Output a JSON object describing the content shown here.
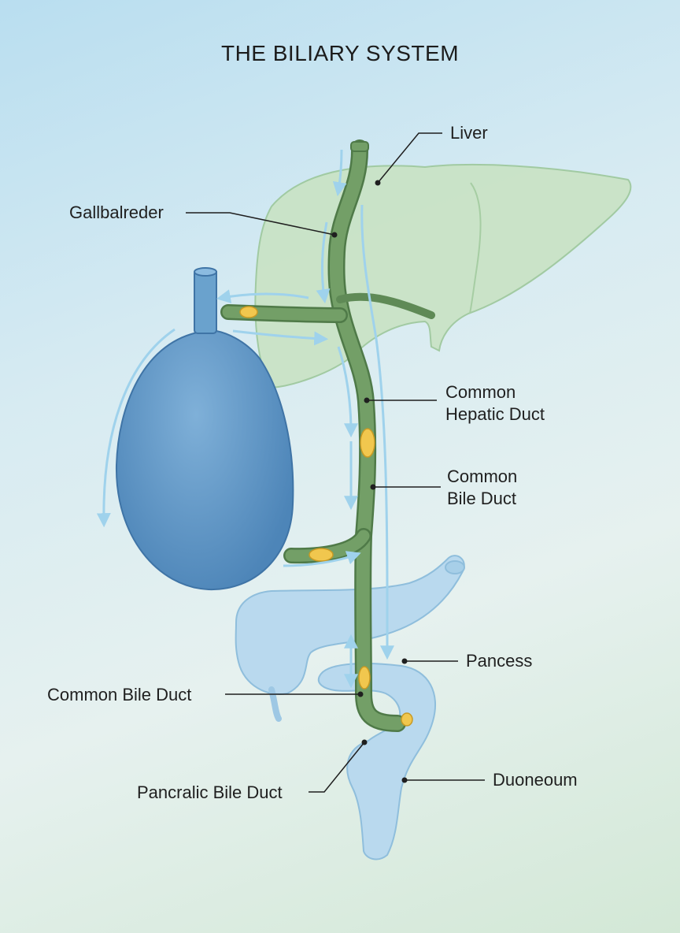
{
  "title": "THE BILIARY SYSTEM",
  "labels": {
    "liver": "Liver",
    "gallbladder": "Gallbalreder",
    "common_hepatic_duct": [
      "Common",
      "Hepatic Duct"
    ],
    "common_bile_duct_right": [
      "Common",
      "Bile Duct"
    ],
    "pancreas": "Pancess",
    "common_bile_duct_left": "Common Bile Duct",
    "duodenum": "Duoneoum",
    "pancreatic_bile_duct": "Pancralic Bile Duct"
  },
  "colors": {
    "liver": "#c9e3c4",
    "duct": "#6f9b64",
    "gallbladder": "#5e95c4",
    "pancreas_duodenum": "#b9d9ee",
    "stone": "#f1c74e",
    "flow_arrow": "#9fd2ec"
  }
}
